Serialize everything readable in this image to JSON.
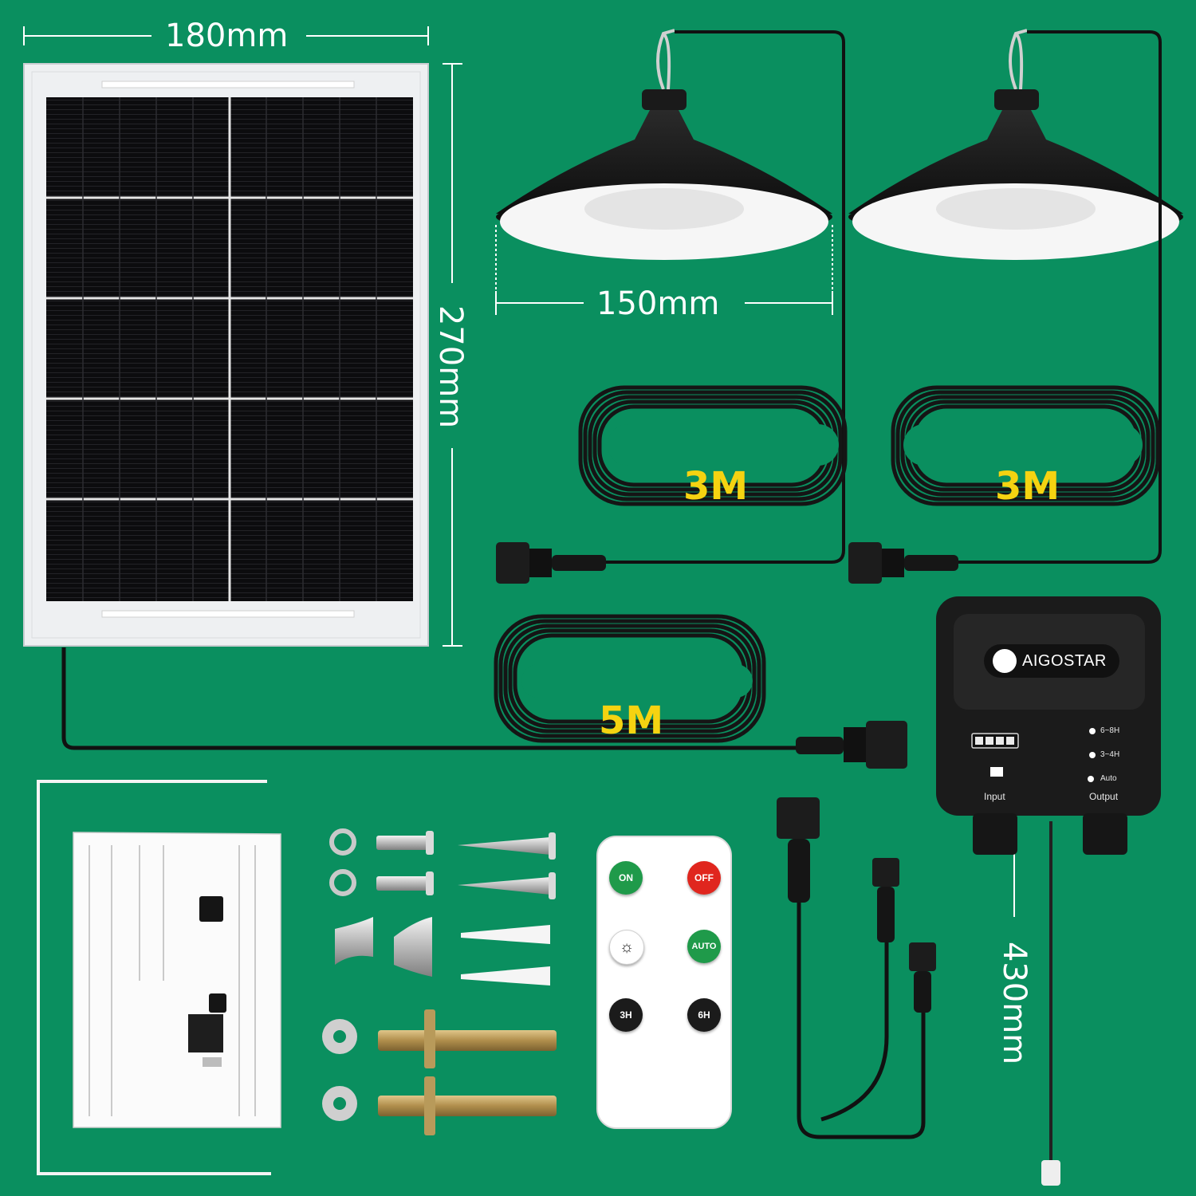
{
  "dimensions": {
    "panel_width": "180mm",
    "panel_height": "270mm",
    "lamp_diameter": "150mm",
    "pull_cord": "430mm"
  },
  "cables": {
    "lamp_1": "3M",
    "lamp_2": "3M",
    "panel": "5M"
  },
  "controller": {
    "brand": "AIGOSTAR",
    "input_label": "Input",
    "output_label": "Output",
    "modes": [
      "6~8H",
      "3~4H",
      "Auto"
    ]
  },
  "remote": {
    "buttons": [
      "ON",
      "OFF",
      "AUTO",
      "3H",
      "6H"
    ]
  },
  "colors": {
    "background": "#0a8f5f",
    "dimension_text": "#ffffff",
    "cable_length_text": "#f5d311",
    "remote_on": "#1f9a4a",
    "remote_off": "#e0261e"
  }
}
